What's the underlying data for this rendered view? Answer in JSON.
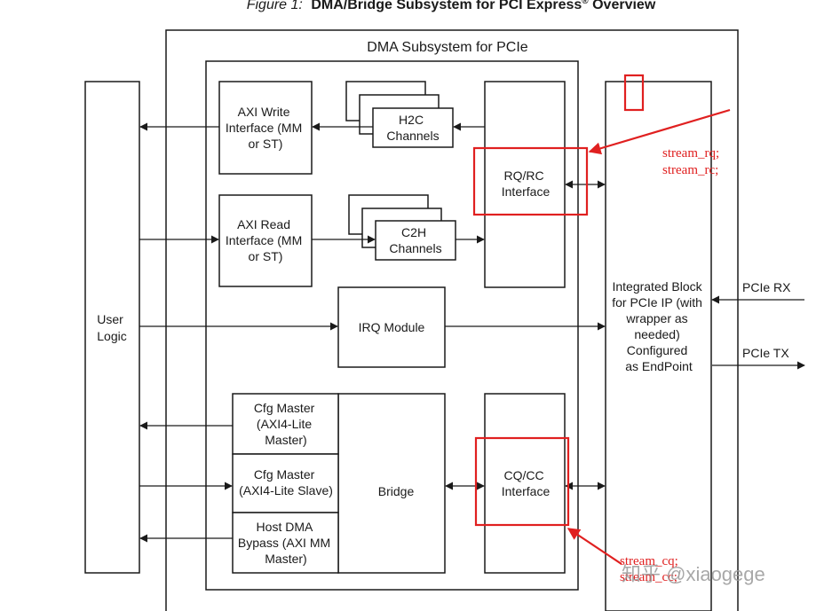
{
  "caption": {
    "prefix": "Figure 1:",
    "title": "DMA/Bridge Subsystem for PCI Express",
    "reg": "®",
    "suffix": " Overview"
  },
  "subsystem_title": "DMA Subsystem for PCIe",
  "user_logic": [
    "User",
    "Logic"
  ],
  "blocks": {
    "axi_write": [
      "AXI Write",
      "Interface (MM",
      "or ST)"
    ],
    "h2c": [
      "H2C",
      "Channels"
    ],
    "axi_read": [
      "AXI Read",
      "Interface (MM",
      "or ST)"
    ],
    "c2h": [
      "C2H",
      "Channels"
    ],
    "rq_rc": [
      "RQ/RC",
      "Interface"
    ],
    "irq": "IRQ Module",
    "cfg_master": [
      "Cfg Master",
      "(AXI4-Lite",
      "Master)"
    ],
    "cfg_slave": [
      "Cfg Master",
      "(AXI4-Lite Slave)"
    ],
    "host_dma": [
      "Host DMA",
      "Bypass (AXI MM",
      "Master)"
    ],
    "bridge": "Bridge",
    "cq_cc": [
      "CQ/CC",
      "Interface"
    ],
    "integrated": [
      "Integrated Block",
      "for PCIe IP (with",
      "wrapper as",
      "needed)",
      "Configured",
      "as EndPoint"
    ]
  },
  "ports": {
    "pcie_rx": "PCIe RX",
    "pcie_tx": "PCIe TX"
  },
  "annotations": {
    "rq_signals": [
      "stream_rq;",
      "stream_rc;"
    ],
    "cq_signals": [
      "stream_cq;",
      "stream_cc;"
    ],
    "highlight_color": "#e02020"
  },
  "watermark": "知乎 @xiaogege"
}
